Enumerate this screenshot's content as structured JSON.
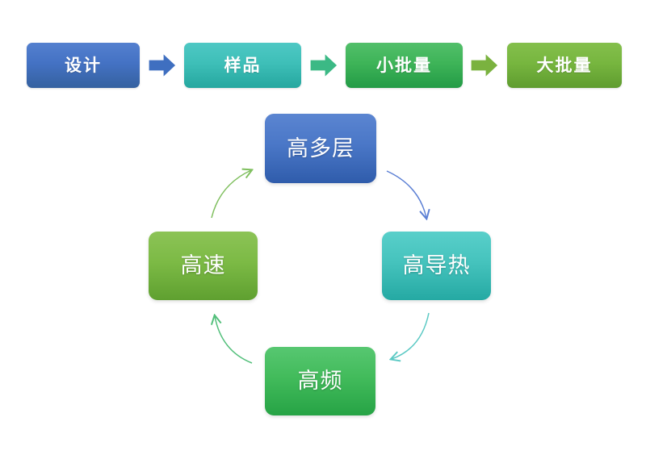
{
  "process_banner": {
    "steps": [
      {
        "label": "设计",
        "color": "#4472c4"
      },
      {
        "label": "样品",
        "color": "#3ebfb8"
      },
      {
        "label": "小批量",
        "color": "#3eb458"
      },
      {
        "label": "大批量",
        "color": "#77b63f"
      }
    ],
    "arrows": [
      {
        "name": "arrow-design-to-sample",
        "icon": "right-arrow-icon",
        "color": "#3f6fc0"
      },
      {
        "name": "arrow-sample-to-smallbatch",
        "icon": "right-arrow-icon",
        "color": "#3bb985"
      },
      {
        "name": "arrow-smallbatch-to-massprod",
        "icon": "right-arrow-icon",
        "color": "#7ab23f"
      }
    ]
  },
  "cycle_diagram": {
    "nodes": [
      {
        "label": "高多层",
        "position": "top",
        "color": "#4a77c7"
      },
      {
        "label": "高导热",
        "position": "right",
        "color": "#45c3bd"
      },
      {
        "label": "高频",
        "position": "bottom",
        "color": "#42bb5b"
      },
      {
        "label": "高速",
        "position": "left",
        "color": "#7cba45"
      }
    ],
    "arrows": [
      {
        "name": "curved-arrow-top-to-right",
        "from": "高多层",
        "to": "高导热",
        "color": "#5b7fd4"
      },
      {
        "name": "curved-arrow-right-to-bottom",
        "from": "高导热",
        "to": "高频",
        "color": "#5bc9c4"
      },
      {
        "name": "curved-arrow-bottom-to-left",
        "from": "高频",
        "to": "高速",
        "color": "#52bf7a"
      },
      {
        "name": "curved-arrow-left-to-top",
        "from": "高速",
        "to": "高多层",
        "color": "#7fbf5e"
      }
    ]
  }
}
